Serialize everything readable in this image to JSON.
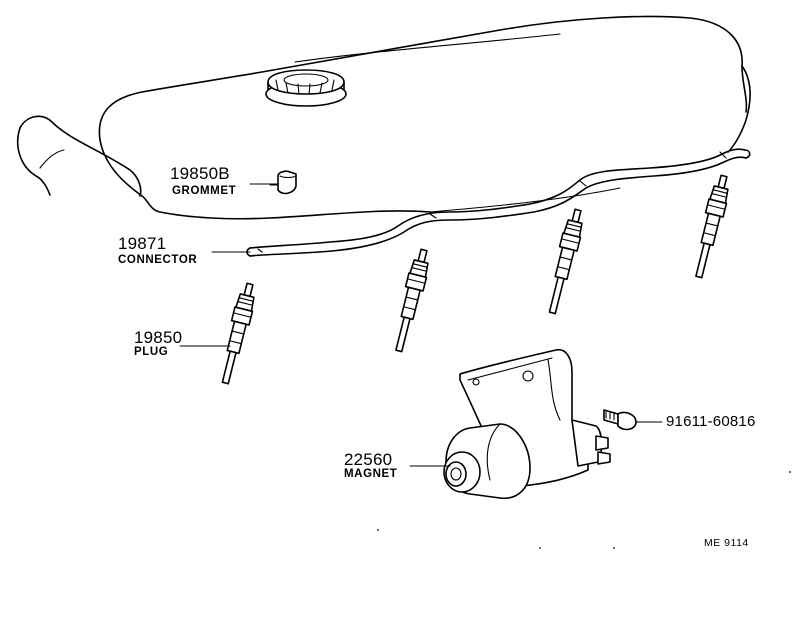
{
  "parts": {
    "grommet": {
      "number": "19850B",
      "name": "GROMMET"
    },
    "connector": {
      "number": "19871",
      "name": "CONNECTOR"
    },
    "plug": {
      "number": "19850",
      "name": "PLUG"
    },
    "magnet": {
      "number": "22560",
      "name": "MAGNET"
    },
    "bolt": {
      "number": "91611-60816"
    }
  },
  "reference_code": "ME  9114",
  "colors": {
    "line": "#000000",
    "background": "#ffffff"
  }
}
